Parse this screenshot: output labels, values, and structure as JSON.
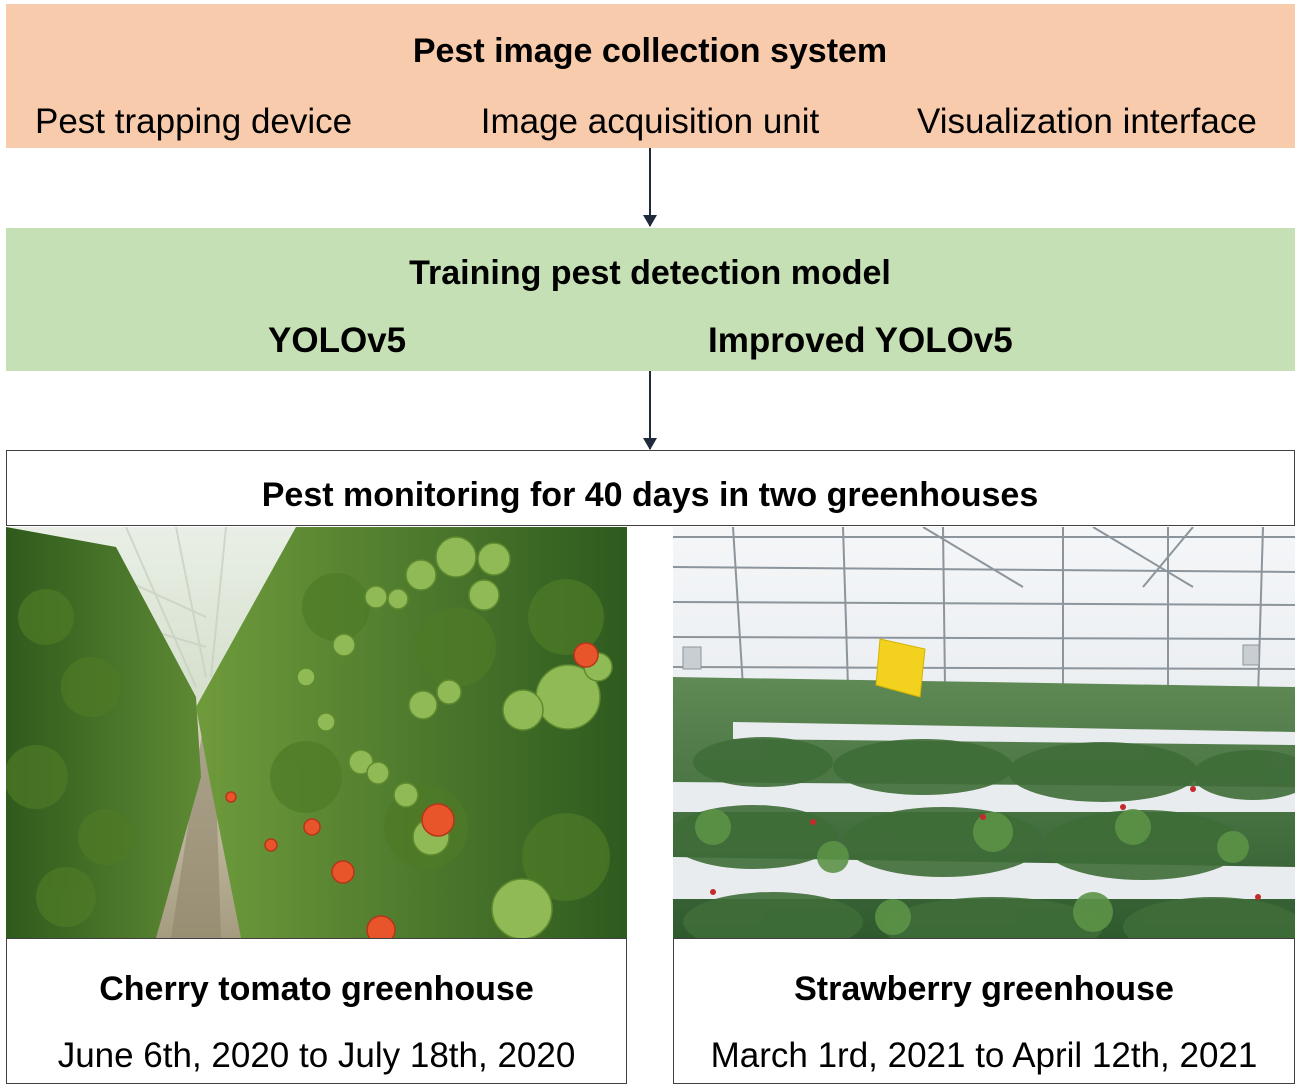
{
  "stage1": {
    "title": "Pest image collection system",
    "items": [
      "Pest trapping device",
      "Image acquisition unit",
      "Visualization interface"
    ],
    "color": "#f8cbad"
  },
  "stage2": {
    "title": "Training pest detection model",
    "items": [
      "YOLOv5",
      "Improved YOLOv5"
    ],
    "color": "#c5e0b4"
  },
  "stage3": {
    "title": "Pest monitoring for 40 days in two greenhouses"
  },
  "greenhouses": [
    {
      "name": "Cherry tomato greenhouse",
      "dates": "June 6th, 2020 to July 18th, 2020",
      "photo": "cherry-tomato-greenhouse-photo"
    },
    {
      "name": "Strawberry greenhouse",
      "dates": "March 1rd, 2021 to April 12th, 2021",
      "photo": "strawberry-greenhouse-photo"
    }
  ]
}
